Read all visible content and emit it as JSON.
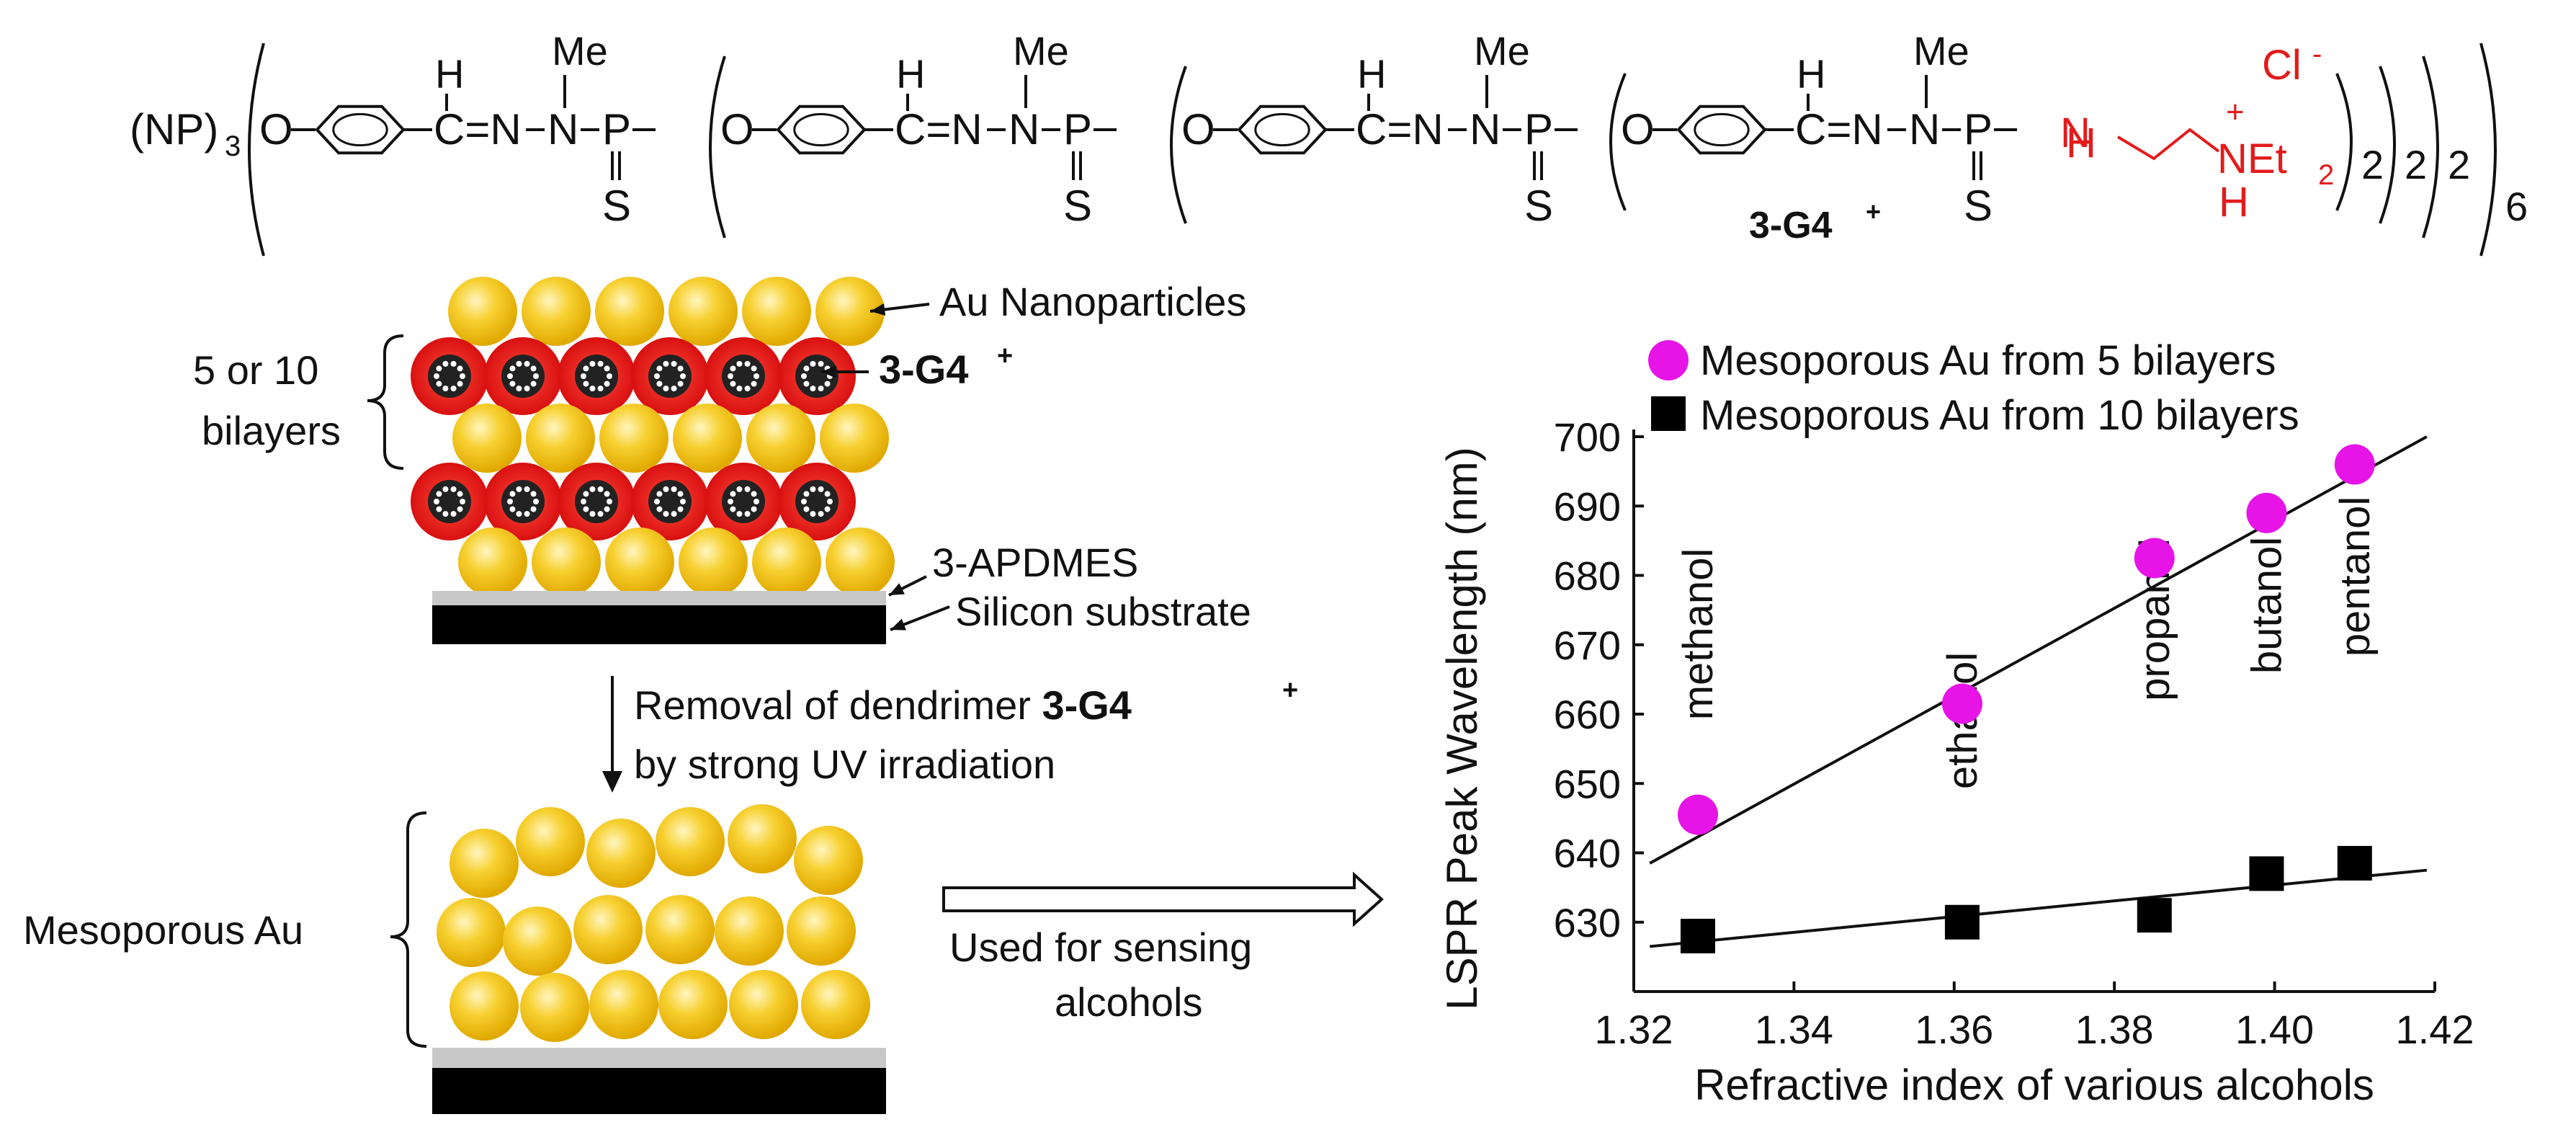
{
  "formula": {
    "core": "(NP)",
    "core_sub": "3",
    "o": "O",
    "ch": "C",
    "h": "H",
    "eq": "=",
    "n": "N",
    "me": "Me",
    "p": "P",
    "s": "S",
    "terminal": {
      "h": "H",
      "n": "N",
      "plus": "+",
      "net": "NEt",
      "net_sub": "2",
      "h2": "H",
      "cl": "Cl",
      "cl_sup": "-"
    },
    "closers": [
      "2",
      "2",
      "2",
      "6"
    ],
    "dendrimer_label": "3-G4",
    "dendrimer_sup": "+"
  },
  "top_schematic": {
    "au_label": "Au Nanoparticles",
    "bilayer_label_line1": "5 or 10",
    "bilayer_label_line2": "bilayers",
    "dendrimer_label": "3-G4",
    "dendrimer_sup": "+",
    "apdmes_label": "3-APDMES",
    "substrate_label": "Silicon substrate"
  },
  "process": {
    "line1": "Removal of dendrimer ",
    "line1_bold": "3-G4",
    "line1_sup": "+",
    "line2": "by strong UV irradiation"
  },
  "bottom_schematic": {
    "label": "Mesoporous Au"
  },
  "arrow_text": {
    "line1": "Used for  sensing",
    "line2": "alcohols"
  },
  "colors": {
    "gold": "#f5c518",
    "gold_light": "#fff6c0",
    "dendrimer_red": "#e31b1b",
    "magenta": "#e614e6",
    "formula_red": "#e31b1b"
  },
  "chart_data": {
    "type": "scatter",
    "xlabel": "Refractive index of various alcohols",
    "ylabel": "LSPR Peak Wavelength (nm)",
    "xlim": [
      1.32,
      1.42
    ],
    "ylim": [
      620,
      700
    ],
    "x_ticks": [
      "1.32",
      "1.34",
      "1.36",
      "1.38",
      "1.40",
      "1.42"
    ],
    "y_ticks": [
      "630",
      "640",
      "650",
      "660",
      "670",
      "680",
      "690",
      "700"
    ],
    "legend_position": "top",
    "grid": false,
    "series": [
      {
        "name": "Mesoporous Au from 5 bilayers",
        "marker": "circle",
        "color": "#e614e6",
        "x": [
          1.328,
          1.361,
          1.385,
          1.399,
          1.41
        ],
        "y": [
          645.5,
          661.5,
          682.5,
          689.0,
          696.0
        ],
        "fit": [
          [
            1.322,
            638.5
          ],
          [
            1.419,
            700.0
          ]
        ]
      },
      {
        "name": "Mesoporous Au from 10 bilayers",
        "marker": "square",
        "color": "#000000",
        "x": [
          1.328,
          1.361,
          1.385,
          1.399,
          1.41
        ],
        "y": [
          628.0,
          630.0,
          631.0,
          637.0,
          638.5
        ],
        "fit": [
          [
            1.322,
            626.5
          ],
          [
            1.419,
            637.5
          ]
        ]
      }
    ],
    "annotations": [
      {
        "text": "methanol",
        "x": 1.328
      },
      {
        "text": "ethanol",
        "x": 1.361
      },
      {
        "text": "propanol",
        "x": 1.385
      },
      {
        "text": "butanol",
        "x": 1.399
      },
      {
        "text": "pentanol",
        "x": 1.41
      }
    ]
  }
}
